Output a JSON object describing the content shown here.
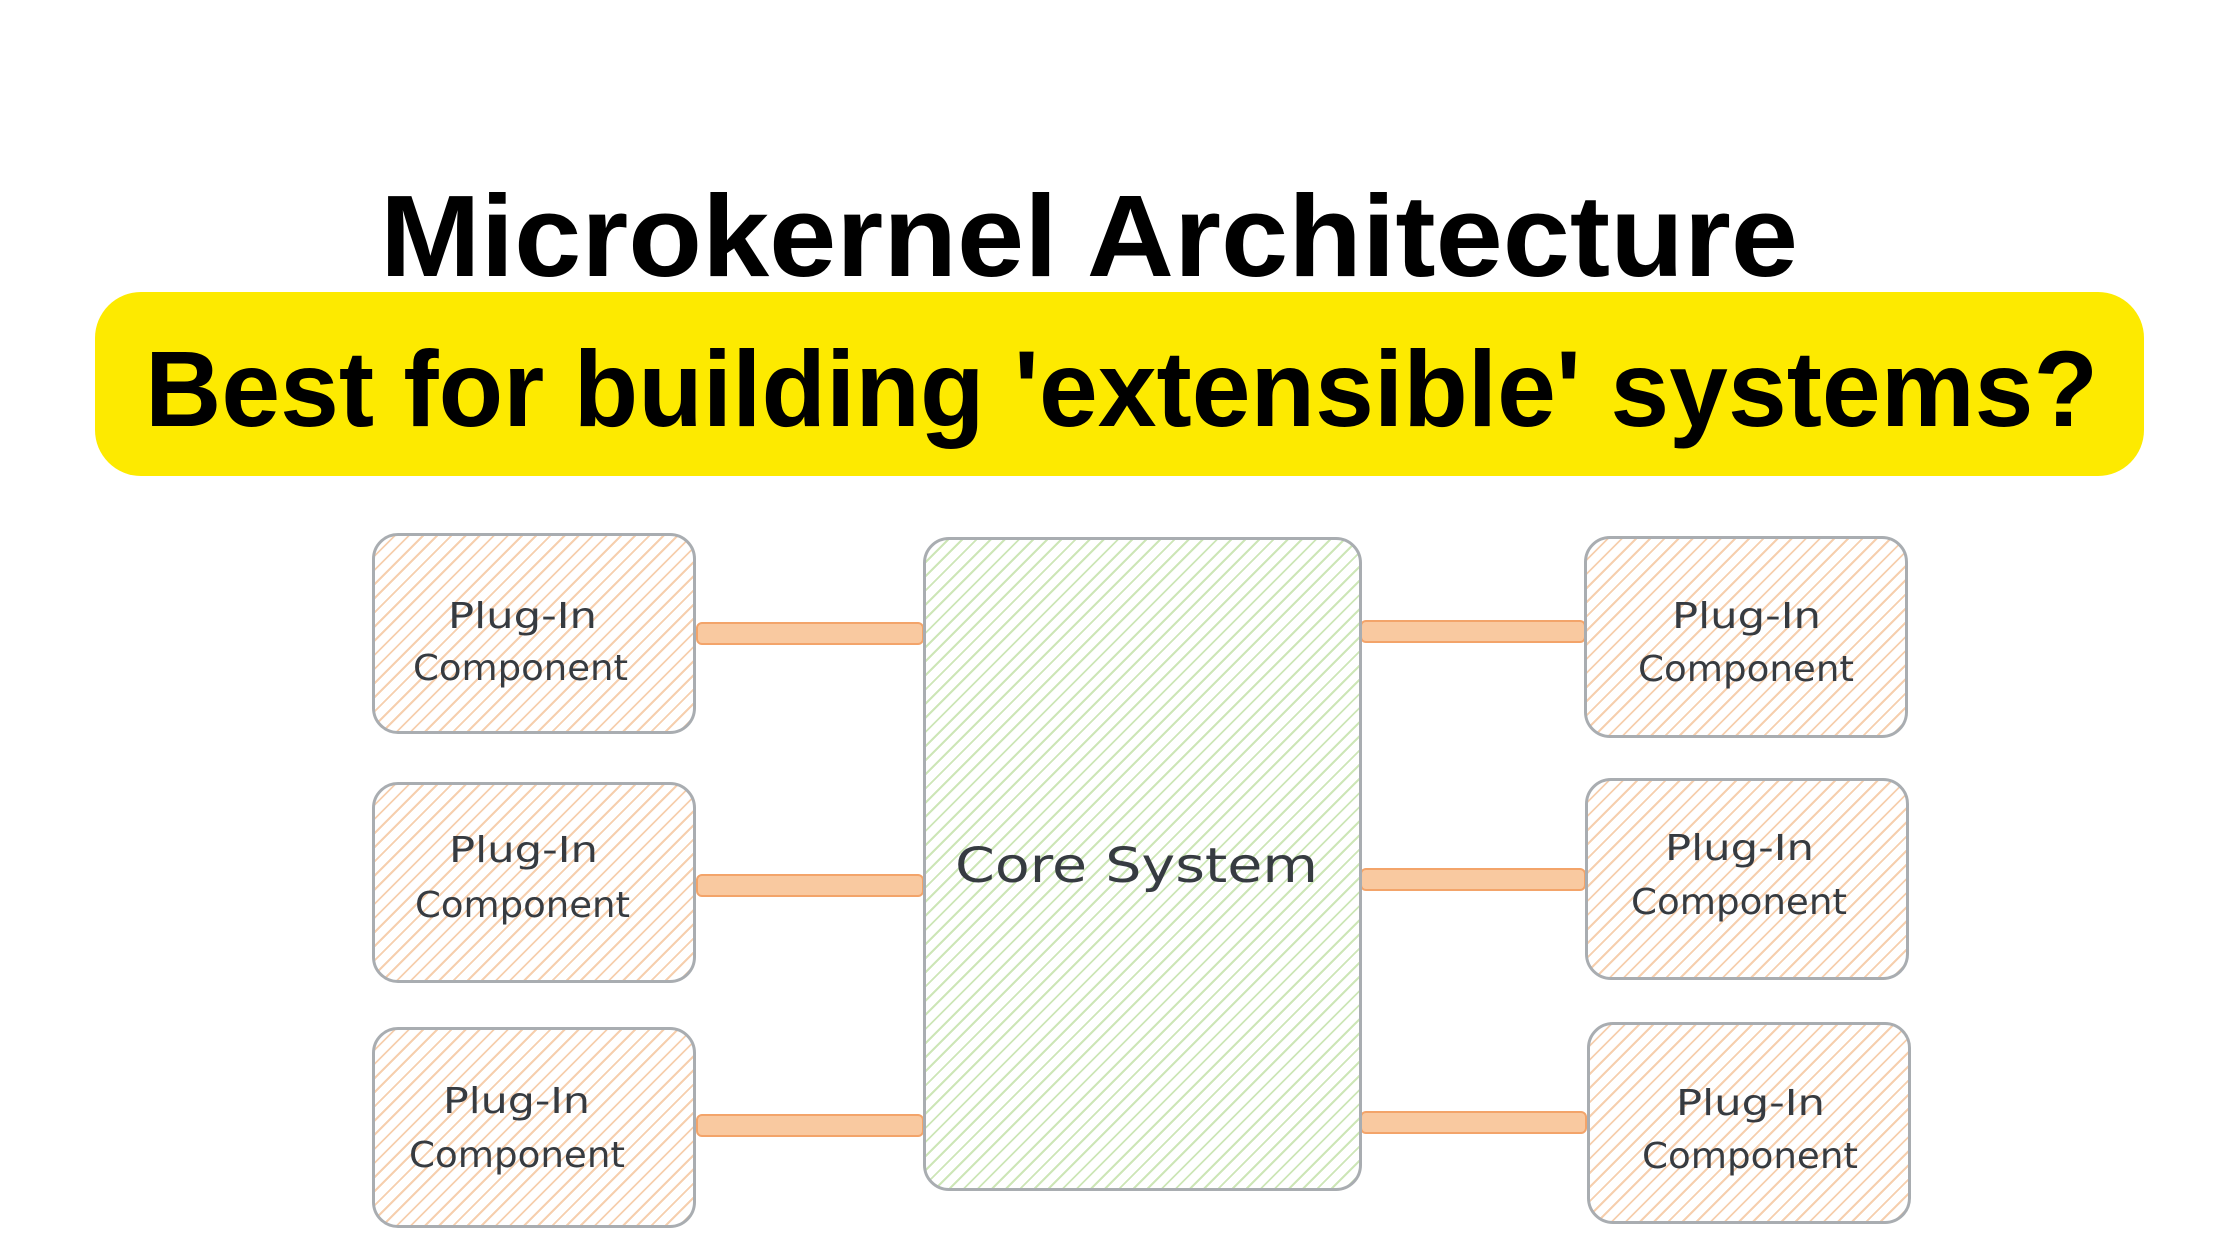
{
  "header": {
    "title": "Microkernel Architecture",
    "subtitle": "Best for building 'extensible' systems?",
    "banner_color": "#FDEA00"
  },
  "diagram": {
    "core": {
      "label": "Core System",
      "hatch_color": "#cde6b7"
    },
    "plugin_hatch_color": "#f6cfae",
    "connector_color": "#f9c9a0",
    "left_plugins": [
      {
        "line1": "Plug-In",
        "line2": "Component"
      },
      {
        "line1": "Plug-In",
        "line2": "Component"
      },
      {
        "line1": "Plug-In",
        "line2": "Component"
      }
    ],
    "right_plugins": [
      {
        "line1": "Plug-In",
        "line2": "Component"
      },
      {
        "line1": "Plug-In",
        "line2": "Component"
      },
      {
        "line1": "Plug-In",
        "line2": "Component"
      }
    ]
  }
}
